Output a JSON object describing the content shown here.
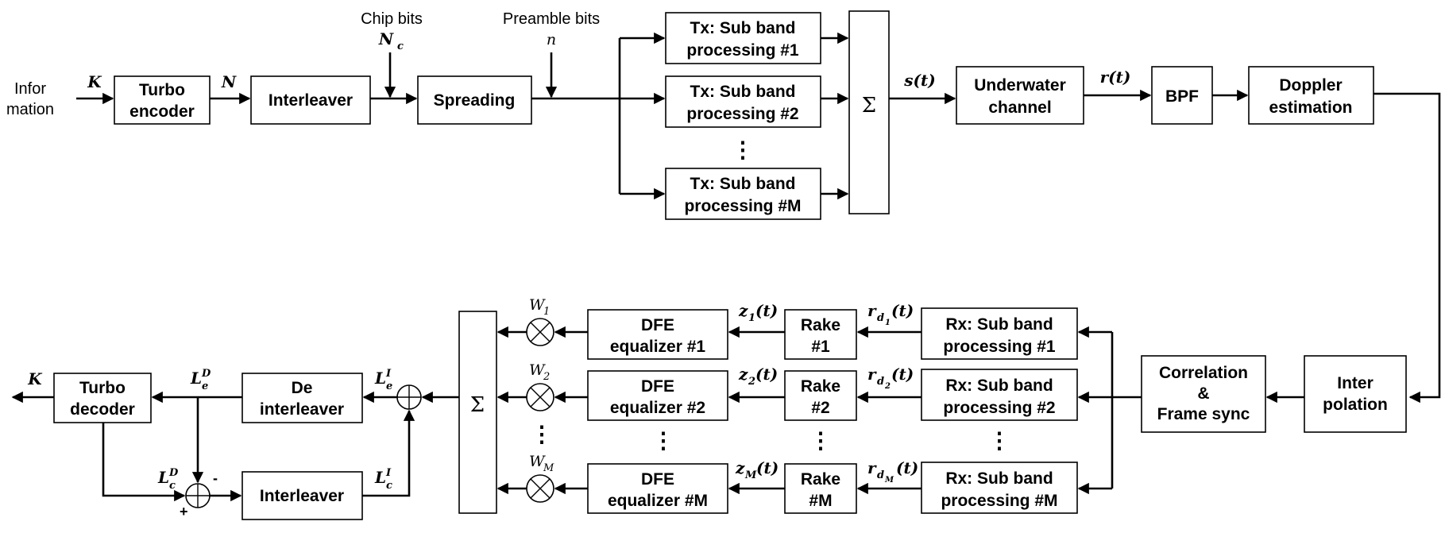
{
  "tx": {
    "information_line1": "Infor",
    "information_line2": "mation",
    "k_in": "K",
    "turbo_encoder_line1": "Turbo",
    "turbo_encoder_line2": "encoder",
    "n_out": "N",
    "interleaver": "Interleaver",
    "chip_bits": "Chip bits",
    "nc_base": "N",
    "nc_sub": "c",
    "spreading": "Spreading",
    "preamble_bits": "Preamble bits",
    "n_small": "n",
    "subband_1_line1": "Tx: Sub band",
    "subband_1_line2": "processing #1",
    "subband_2_line1": "Tx: Sub band",
    "subband_2_line2": "processing #2",
    "subband_m_line1": "Tx: Sub band",
    "subband_m_line2": "processing #M",
    "dots": "⋮",
    "sum": "Σ",
    "s_t": "s(t)",
    "channel_line1": "Underwater",
    "channel_line2": "channel",
    "r_t": "r(t)",
    "bpf": "BPF",
    "doppler_line1": "Doppler",
    "doppler_line2": "estimation"
  },
  "rx": {
    "interpolation_line1": "Inter",
    "interpolation_line2": "polation",
    "correlation_line1": "Correlation",
    "correlation_line2": "&",
    "correlation_line3": "Frame sync",
    "subband_1_line1": "Rx: Sub band",
    "subband_1_line2": "processing #1",
    "subband_2_line1": "Rx: Sub band",
    "subband_2_line2": "processing #2",
    "subband_m_line1": "Rx: Sub band",
    "subband_m_line2": "processing #M",
    "rd_base": "r",
    "rd_sub_d": "d",
    "rd_idx_1": "1",
    "rd_idx_2": "2",
    "rd_idx_m": "M",
    "rd_tail": "(t)",
    "rake_1_line1": "Rake",
    "rake_1_line2": "#1",
    "rake_2_line1": "Rake",
    "rake_2_line2": "#2",
    "rake_m_line1": "Rake",
    "rake_m_line2": "#M",
    "z_base": "z",
    "z_idx_1": "1",
    "z_idx_2": "2",
    "z_idx_m": "M",
    "z_tail": "(t)",
    "dfe_1_line1": "DFE",
    "dfe_1_line2": "equalizer #1",
    "dfe_2_line1": "DFE",
    "dfe_2_line2": "equalizer #2",
    "dfe_m_line1": "DFE",
    "dfe_m_line2": "equalizer #M",
    "w_base": "W",
    "w_idx_1": "1",
    "w_idx_2": "2",
    "w_idx_m": "M",
    "dots": "⋮",
    "sum": "Σ",
    "le_i_base": "L",
    "le_i_sub": "e",
    "le_i_sup": "I",
    "deinterleaver_line1": "De",
    "deinterleaver_line2": "interleaver",
    "le_d_base": "L",
    "le_d_sub": "e",
    "le_d_sup": "D",
    "turbo_decoder_line1": "Turbo",
    "turbo_decoder_line2": "decoder",
    "k_out": "K",
    "lc_d_base": "L",
    "lc_d_sub": "c",
    "lc_d_sup": "D",
    "minus": "-",
    "plus": "+",
    "interleaver": "Interleaver",
    "lc_i_base": "L",
    "lc_i_sub": "c",
    "lc_i_sup": "I"
  }
}
